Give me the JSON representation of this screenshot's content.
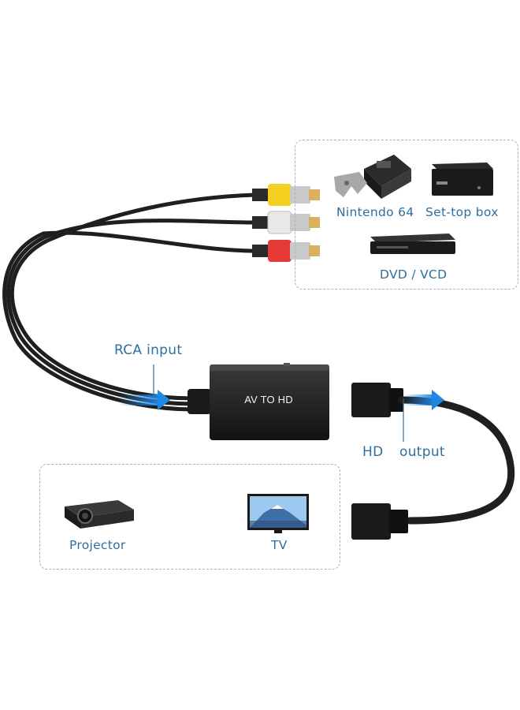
{
  "devices": {
    "nintendo": "Nintendo 64",
    "settop": "Set-top box",
    "dvd": "DVD / VCD",
    "projector": "Projector",
    "tv": "TV"
  },
  "labels": {
    "rca_input": "RCA input",
    "hd": "HD",
    "output": "output"
  },
  "converter": {
    "label": "AV TO HD"
  },
  "colors": {
    "accent_text": "#2e6f9e",
    "flow_arrow": "#1e88e5",
    "rca_yellow": "#f3cf1f",
    "rca_white": "#e8e8e8",
    "rca_red": "#e53935",
    "cable": "#1f1f1f"
  }
}
